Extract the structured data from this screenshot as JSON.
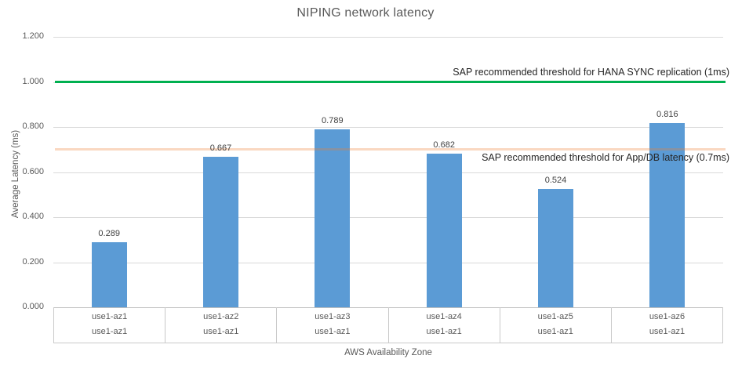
{
  "title": "NIPING network latency",
  "chart_data": {
    "type": "bar",
    "title": "NIPING network latency",
    "xlabel": "AWS Availability Zone",
    "ylabel": "Average Latency (ms)",
    "ylim": [
      0,
      1.2
    ],
    "ytick_step": 0.2,
    "ytick_labels": [
      "0.000",
      "0.200",
      "0.400",
      "0.600",
      "0.800",
      "1.000",
      "1.200"
    ],
    "grid": true,
    "legend": "none",
    "categories": [
      {
        "top": "use1-az1",
        "bottom": "use1-az1"
      },
      {
        "top": "use1-az2",
        "bottom": "use1-az1"
      },
      {
        "top": "use1-az3",
        "bottom": "use1-az1"
      },
      {
        "top": "use1-az4",
        "bottom": "use1-az1"
      },
      {
        "top": "use1-az5",
        "bottom": "use1-az1"
      },
      {
        "top": "use1-az6",
        "bottom": "use1-az1"
      }
    ],
    "values": [
      0.289,
      0.667,
      0.789,
      0.682,
      0.524,
      0.816
    ],
    "value_labels": [
      "0.289",
      "0.667",
      "0.789",
      "0.682",
      "0.524",
      "0.816"
    ],
    "bar_color": "#5B9BD5",
    "thresholds": [
      {
        "value": 1.0,
        "label": "SAP recommended threshold for HANA SYNC replication (1ms)",
        "color": "#00B050",
        "opacity": 1,
        "label_position": "above"
      },
      {
        "value": 0.7,
        "label": "SAP recommended threshold for App/DB latency (0.7ms)",
        "color": "#ED7D31",
        "opacity": 0.3,
        "label_position": "below"
      }
    ],
    "colors": {
      "gridline": "#D9D9D9",
      "axis_line": "#BFBFBF",
      "axis_text": "#595959",
      "value_label_text": "#404040",
      "threshold_label_text": "#262626",
      "background": "#FFFFFF"
    }
  }
}
